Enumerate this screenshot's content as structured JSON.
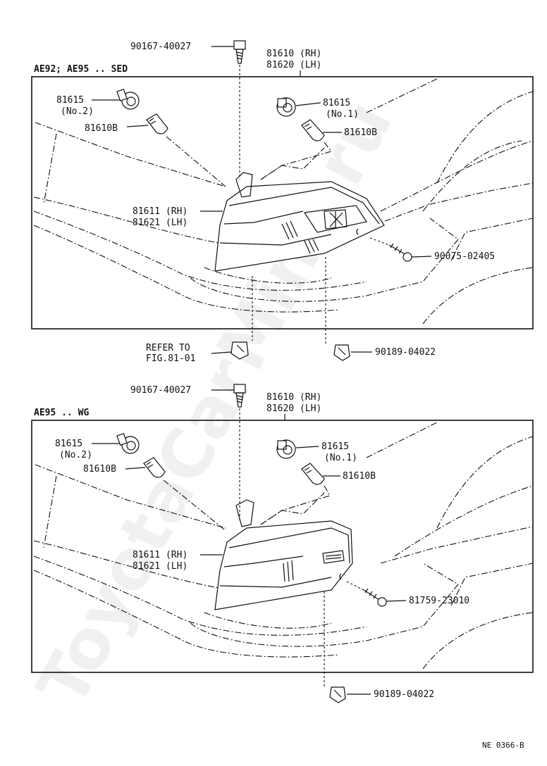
{
  "top": {
    "title": "AE92; AE95 .. SED",
    "bolt": "90167-40027",
    "lamp_assy": [
      "81610 (RH)",
      "81620 (LH)"
    ],
    "socket2": [
      "81615",
      "(No.2)"
    ],
    "socket1": [
      "81615",
      "(No.1)"
    ],
    "bulb_left": "81610B",
    "bulb_right": "81610B",
    "lens": [
      "81611 (RH)",
      "81621 (LH)"
    ],
    "screw": "90075-02405",
    "refer": [
      "REFER TO",
      "FIG.81-01"
    ],
    "clip": "90189-04022"
  },
  "bottom": {
    "title": "AE95 .. WG",
    "bolt": "90167-40027",
    "lamp_assy": [
      "81610 (RH)",
      "81620 (LH)"
    ],
    "socket2": [
      "81615",
      "(No.2)"
    ],
    "socket1": [
      "81615",
      "(No.1)"
    ],
    "bulb_left": "81610B",
    "bulb_right": "81610B",
    "lens": [
      "81611 (RH)",
      "81621 (LH)"
    ],
    "screw": "81759-23010",
    "clip": "90189-04022"
  },
  "footer": {
    "code": "NE 0366-B"
  },
  "watermark": "ToyotaCarMine.ru"
}
